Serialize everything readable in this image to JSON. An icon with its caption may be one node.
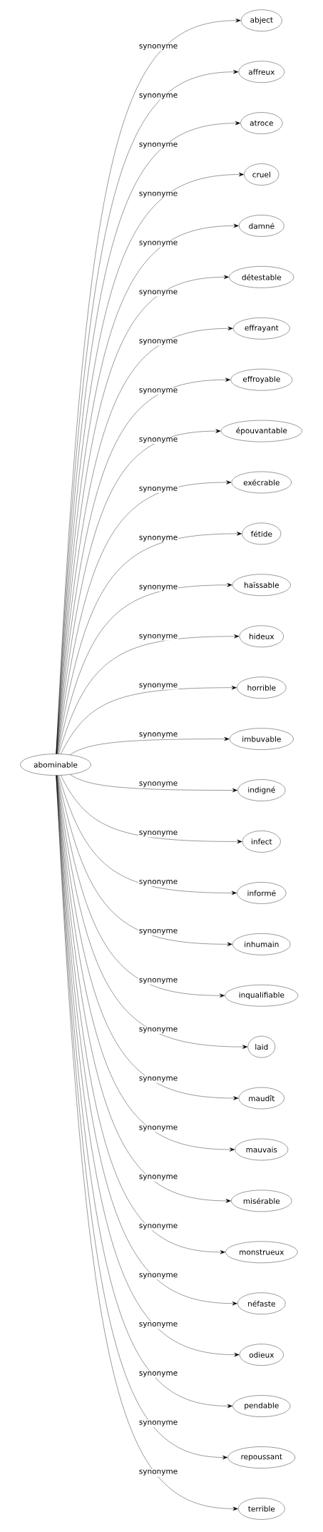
{
  "diagram": {
    "nodes": [
      {
        "text": [
          "abominable"
        ]
      },
      {
        "text": [
          "abject"
        ]
      },
      {
        "text": [
          "affreux"
        ]
      },
      {
        "text": [
          "atroce"
        ]
      },
      {
        "text": [
          "cruel"
        ]
      },
      {
        "text": [
          "damné"
        ]
      },
      {
        "text": [
          "détestable"
        ]
      },
      {
        "text": [
          "effrayant"
        ]
      },
      {
        "text": [
          "effroyable"
        ]
      },
      {
        "text": [
          "épouvantable"
        ]
      },
      {
        "text": [
          "exécrable"
        ]
      },
      {
        "text": [
          "fétide"
        ]
      },
      {
        "text": [
          "haïssable"
        ]
      },
      {
        "text": [
          "hideux"
        ]
      },
      {
        "text": [
          "horrible"
        ]
      },
      {
        "text": [
          "imbuvable"
        ]
      },
      {
        "text": [
          "indigné"
        ]
      },
      {
        "text": [
          "infect"
        ]
      },
      {
        "text": [
          "informé"
        ]
      },
      {
        "text": [
          "inhumain"
        ]
      },
      {
        "text": [
          "inqualifiable"
        ]
      },
      {
        "text": [
          "laid"
        ]
      },
      {
        "text": [
          "maudît"
        ]
      },
      {
        "text": [
          "mauvais"
        ]
      },
      {
        "text": [
          "misérable"
        ]
      },
      {
        "text": [
          "monstrueux"
        ]
      },
      {
        "text": [
          "néfaste"
        ]
      },
      {
        "text": [
          "odieux"
        ]
      },
      {
        "text": [
          "pendable"
        ]
      },
      {
        "text": [
          "repoussant"
        ]
      },
      {
        "text": [
          "terrible"
        ]
      }
    ],
    "edges": [
      {
        "from": 0,
        "to": 1,
        "arrow": "to",
        "label": "synonyme"
      },
      {
        "from": 0,
        "to": 2,
        "arrow": "to",
        "label": "synonyme"
      },
      {
        "from": 0,
        "to": 3,
        "arrow": "to",
        "label": "synonyme"
      },
      {
        "from": 0,
        "to": 4,
        "arrow": "to",
        "label": "synonyme"
      },
      {
        "from": 0,
        "to": 5,
        "arrow": "to",
        "label": "synonyme"
      },
      {
        "from": 0,
        "to": 6,
        "arrow": "to",
        "label": "synonyme"
      },
      {
        "from": 0,
        "to": 7,
        "arrow": "to",
        "label": "synonyme"
      },
      {
        "from": 0,
        "to": 8,
        "arrow": "to",
        "label": "synonyme"
      },
      {
        "from": 0,
        "to": 9,
        "arrow": "to",
        "label": "synonyme"
      },
      {
        "from": 0,
        "to": 10,
        "arrow": "to",
        "label": "synonyme"
      },
      {
        "from": 0,
        "to": 11,
        "arrow": "to",
        "label": "synonyme"
      },
      {
        "from": 0,
        "to": 12,
        "arrow": "to",
        "label": "synonyme"
      },
      {
        "from": 0,
        "to": 13,
        "arrow": "to",
        "label": "synonyme"
      },
      {
        "from": 0,
        "to": 14,
        "arrow": "to",
        "label": "synonyme"
      },
      {
        "from": 0,
        "to": 15,
        "arrow": "to",
        "label": "synonyme"
      },
      {
        "from": 0,
        "to": 16,
        "arrow": "to",
        "label": "synonyme"
      },
      {
        "from": 0,
        "to": 17,
        "arrow": "to",
        "label": "synonyme"
      },
      {
        "from": 0,
        "to": 18,
        "arrow": "to",
        "label": "synonyme"
      },
      {
        "from": 0,
        "to": 19,
        "arrow": "to",
        "label": "synonyme"
      },
      {
        "from": 0,
        "to": 20,
        "arrow": "to",
        "label": "synonyme"
      },
      {
        "from": 0,
        "to": 21,
        "arrow": "to",
        "label": "synonyme"
      },
      {
        "from": 0,
        "to": 22,
        "arrow": "to",
        "label": "synonyme"
      },
      {
        "from": 0,
        "to": 23,
        "arrow": "to",
        "label": "synonyme"
      },
      {
        "from": 0,
        "to": 24,
        "arrow": "to",
        "label": "synonyme"
      },
      {
        "from": 0,
        "to": 25,
        "arrow": "to",
        "label": "synonyme"
      },
      {
        "from": 0,
        "to": 26,
        "arrow": "to",
        "label": "synonyme"
      },
      {
        "from": 0,
        "to": 27,
        "arrow": "to",
        "label": "synonyme"
      },
      {
        "from": 0,
        "to": 28,
        "arrow": "to",
        "label": "synonyme"
      },
      {
        "from": 0,
        "to": 29,
        "arrow": "to",
        "label": "synonyme"
      },
      {
        "from": 0,
        "to": 30,
        "arrow": "to",
        "label": "synonyme"
      }
    ]
  }
}
